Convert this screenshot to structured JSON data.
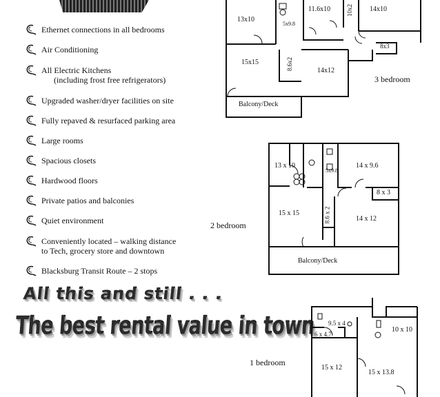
{
  "features": [
    {
      "text": "Ethernet connections in all bedrooms"
    },
    {
      "text": "Air Conditioning"
    },
    {
      "text": "All Electric Kitchens"
    },
    {
      "text": "(including frost free refrigerators)"
    },
    {
      "text": "Upgraded washer/dryer facilities on site"
    },
    {
      "text": "Fully repaved & resurfaced parking area"
    },
    {
      "text": "Large rooms"
    },
    {
      "text": "Spacious closets"
    },
    {
      "text": "Hardwood floors"
    },
    {
      "text": "Private patios and balconies"
    },
    {
      "text": "Quiet environment"
    },
    {
      "text": "Conveniently located – walking distance"
    },
    {
      "text": "to Tech, grocery store and downtown"
    },
    {
      "text": "Blacksburg Transit Route – 2 stops"
    }
  ],
  "headline": {
    "line1": "All this and still . . .",
    "line2": "The best rental value in town"
  },
  "plans": {
    "three_bedroom": {
      "label": "3 bedroom",
      "rooms": [
        "13x10",
        "5x9.8",
        "11.6x10",
        "10x2",
        "14x10",
        "8x3",
        "15x15",
        "8.6x2",
        "14x12",
        "Balcony/Deck"
      ]
    },
    "two_bedroom": {
      "label": "2 bedroom",
      "rooms": [
        "13 x 10",
        "5x9.8",
        "14 x 9.6",
        "8 x 3",
        "15 x 15",
        "8.6 x 2",
        "14 x 12",
        "Balcony/Deck"
      ]
    },
    "one_bedroom": {
      "label": "1 bedroom",
      "rooms": [
        "9.5 x 4",
        "6 x 4.7",
        "10 x 10",
        "15 x 12",
        "15 x 13.8"
      ]
    }
  }
}
